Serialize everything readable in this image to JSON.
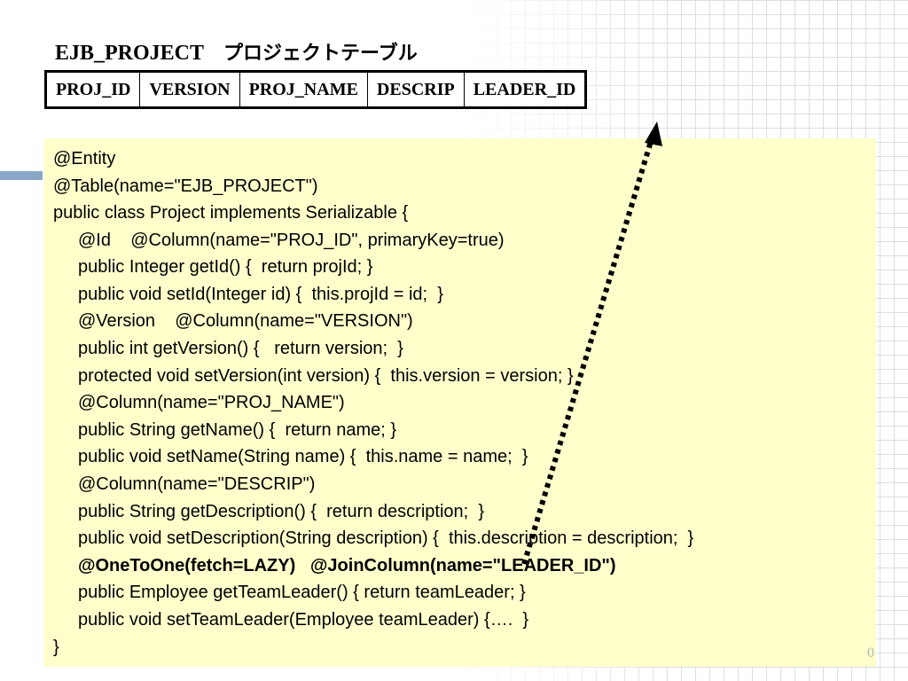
{
  "slide": {
    "title": "EJB_PROJECT",
    "title_jp": "プロジェクトテーブル",
    "table_columns": [
      "PROJ_ID",
      "VERSION",
      "PROJ_NAME",
      "DESCRIP",
      "LEADER_ID"
    ],
    "code_lines": [
      "@Entity",
      "@Table(name=\"EJB_PROJECT\")",
      "public class Project implements Serializable {",
      "@Id    @Column(name=\"PROJ_ID\", primaryKey=true)",
      "public Integer getId() {  return projId; }",
      "public void setId(Integer id) {  this.projId = id;  }",
      "@Version    @Column(name=\"VERSION\")",
      "public int getVersion() {   return version;  }",
      "protected void setVersion(int version) {  this.version = version; }",
      "@Column(name=\"PROJ_NAME\")",
      "public String getName() {  return name; }",
      "public void setName(String name) {  this.name = name;  }",
      "@Column(name=\"DESCRIP\")",
      "public String getDescription() {  return description;  }",
      "public void setDescription(String description) {  this.description = description;  }",
      "@OneToOne(fetch=LAZY)   @JoinColumn(name=\"LEADER_ID\")",
      "public Employee getTeamLeader() { return teamLeader; }",
      "public void setTeamLeader(Employee teamLeader) {….  }",
      "}"
    ],
    "page_number": "0",
    "colors": {
      "code_background": "#ffffcc",
      "accent_bar": "#8aa6c7",
      "grid": "#d6dae4"
    }
  }
}
